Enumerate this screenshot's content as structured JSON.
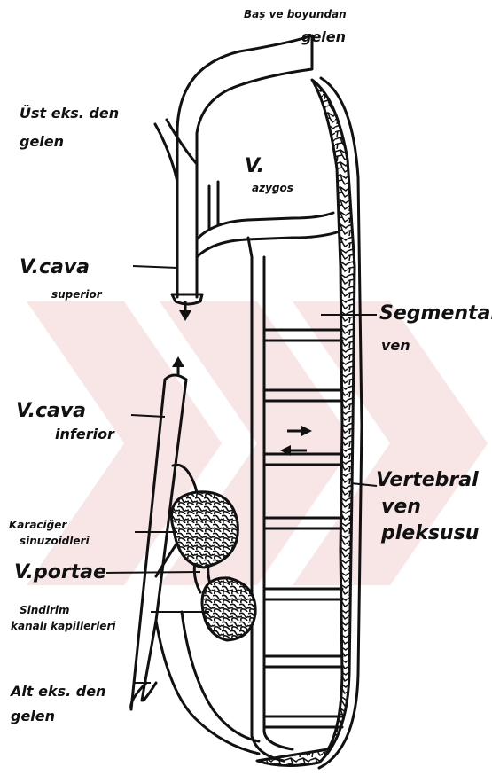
{
  "labels": {
    "bas_ve_boyundan": "Baş ve boyundan",
    "gelen_top": "gelen",
    "ust_eks": "Üst eks. den",
    "gelen_ust": "gelen",
    "v_azygos_1": "V.",
    "v_azygos_2": "azygos",
    "v_cava_superior_1": "V.cava",
    "v_cava_superior_2": "superior",
    "segmental_1": "Segmental",
    "segmental_2": "ven",
    "v_cava_inferior_1": "V.cava",
    "v_cava_inferior_2": "inferior",
    "vertebral_1": "Vertebral",
    "vertebral_2": "ven",
    "vertebral_3": "pleksusu",
    "karaciger_1": "Karaciğer",
    "karaciger_2": "sinuzoidleri",
    "v_portae": "V.portae",
    "sindirim_1": "Sindirim",
    "sindirim_2": "kanalı kapillerleri",
    "alt_eks": "Alt eks. den",
    "gelen_alt": "gelen"
  },
  "colors": {
    "ink": "#111111",
    "watermark": "#f3d0d0"
  }
}
